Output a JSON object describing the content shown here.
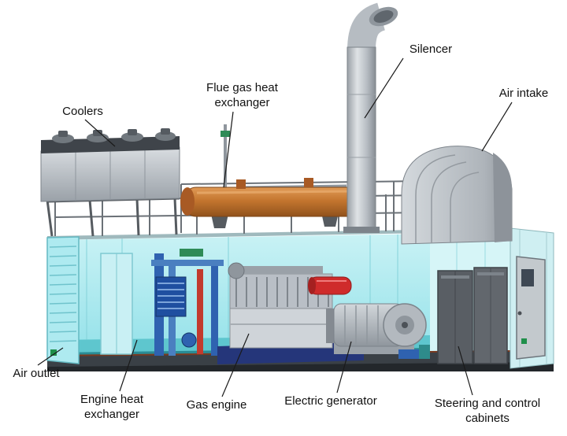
{
  "figure": {
    "title": "Containerized gas engine CHP plant cutaway diagram",
    "labels": {
      "coolers": "Coolers",
      "flue_gas_heat_exchanger": "Flue gas heat\nexchanger",
      "silencer": "Silencer",
      "air_intake": "Air intake",
      "air_outlet": "Air outlet",
      "engine_heat_exchanger": "Engine heat\nexchanger",
      "gas_engine": "Gas engine",
      "electric_generator": "Electric generator",
      "steering_control_cabinets": "Steering and control\ncabinets"
    },
    "colors": {
      "interior_cyan": "#9fe7ee",
      "wall_cyan": "#c9f2f5",
      "floor_teal": "#5ec6ce",
      "base_dark": "#3a4046",
      "exchanger_orange": "#c4762f",
      "tank_red": "#cf2b2b",
      "pipe_blue": "#2f62b0",
      "skid_navy": "#25367a",
      "cabinet_gray": "#595e64",
      "metal_light": "#cfd4d9",
      "metal_mid": "#b0b6bc",
      "metal_dark": "#82888f"
    }
  }
}
